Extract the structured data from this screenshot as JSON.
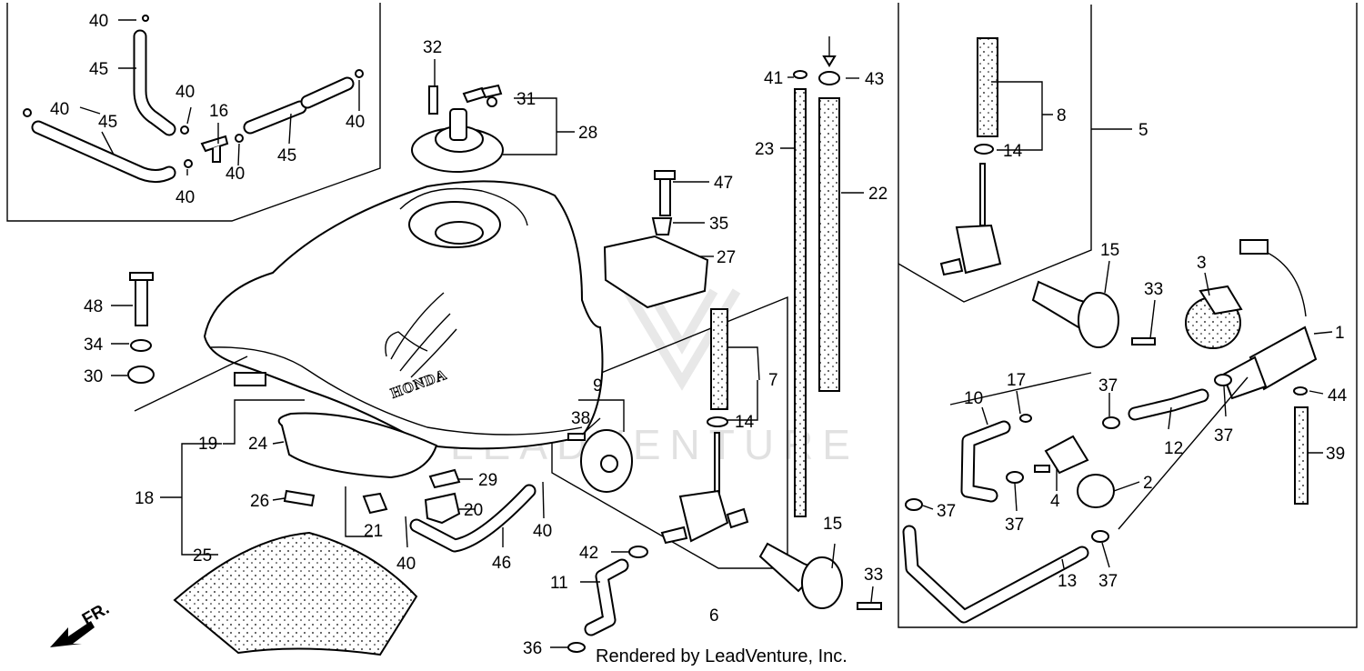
{
  "brand": "HONDA",
  "credit": "Rendered by LeadVenture, Inc.",
  "watermark": "LEADVENTURE",
  "front_marker": "FR.",
  "callouts": [
    "40",
    "45",
    "40",
    "40",
    "45",
    "16",
    "40",
    "40",
    "45",
    "40",
    "32",
    "31",
    "28",
    "47",
    "35",
    "27",
    "48",
    "34",
    "30",
    "19",
    "24",
    "18",
    "26",
    "25",
    "21",
    "29",
    "20",
    "40",
    "40",
    "46",
    "9",
    "38",
    "7",
    "14",
    "6",
    "42",
    "11",
    "36",
    "15",
    "33",
    "41",
    "43",
    "23",
    "22",
    "8",
    "14",
    "5",
    "15",
    "33",
    "3",
    "1",
    "17",
    "10",
    "37",
    "12",
    "37",
    "44",
    "4",
    "2",
    "37",
    "37",
    "13",
    "37",
    "39"
  ]
}
